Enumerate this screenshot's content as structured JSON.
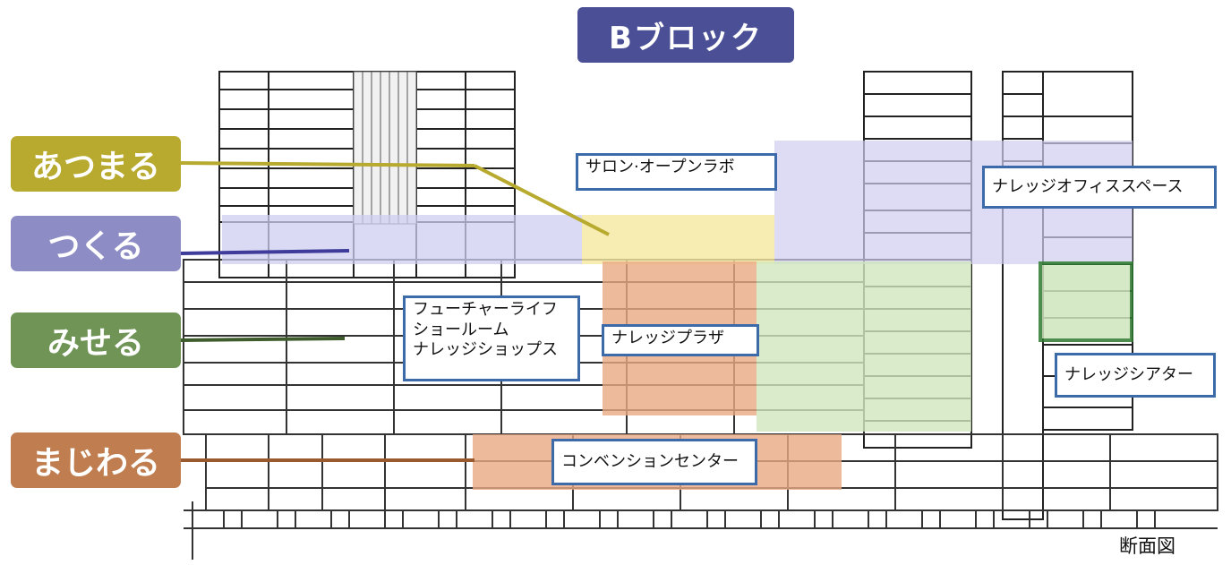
{
  "title": "Bブロック",
  "categories": [
    {
      "label": "あつまる",
      "color": "#b8a92f"
    },
    {
      "label": "つくる",
      "color": "#8d8cc4"
    },
    {
      "label": "みせる",
      "color": "#6f9456"
    },
    {
      "label": "まじわる",
      "color": "#c07e50"
    }
  ],
  "zones": {
    "salon": "サロン·オープンラボ",
    "knowledge_office": "ナレッジオフィススペース",
    "future_line1": "フューチャーライフ",
    "future_line2": "ショールーム",
    "future_line3": "ナレッジショップス",
    "knowledge_plaza": "ナレッジプラザ",
    "knowledge_theater": "ナレッジシアター",
    "convention": "コンベンションセンター"
  },
  "caption": "断面図",
  "colors": {
    "atsumaru_fill": "#f5e9a0",
    "tsukuru_fill": "#cfcdf0",
    "miseru_fill": "#cfe6bd",
    "majiwaru_fill": "#e9a982",
    "box_border": "#3d6aa8"
  }
}
